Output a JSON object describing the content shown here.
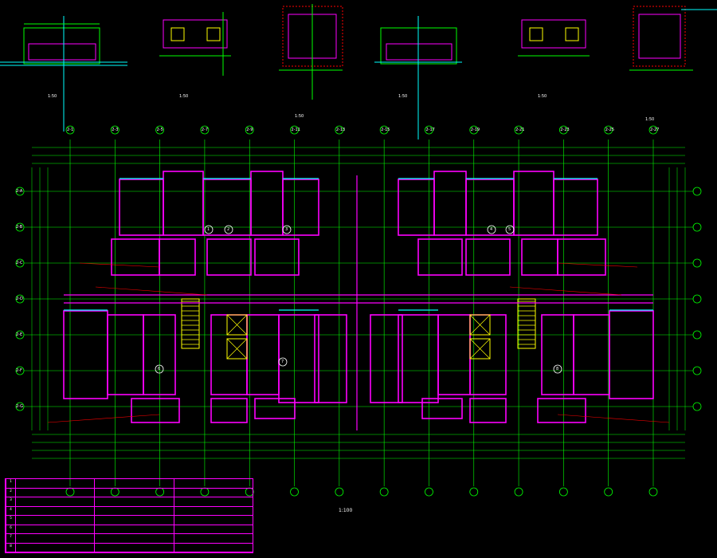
{
  "colors": {
    "background": "#000000",
    "axis": "#00ff00",
    "wall": "#ff00ff",
    "window": "#00ffff",
    "column": "#ffff00",
    "dimension": "#00ff00",
    "annotation": "#ffffff",
    "section_line": "#ff0000"
  },
  "grid_axes_top": [
    "2-1",
    "2-3",
    "2-5",
    "2-7",
    "2-9",
    "2-11",
    "2-13",
    "2-15",
    "2-17",
    "2-19",
    "2-21",
    "2-23",
    "2-25",
    "2-27"
  ],
  "grid_axes_left": [
    "2-A",
    "2-B",
    "2-C",
    "2-D",
    "2-E",
    "2-F",
    "2-G"
  ],
  "detail_plans": [
    {
      "id": "d1",
      "label": "",
      "scale": "1:50"
    },
    {
      "id": "d2",
      "label": "",
      "scale": "1:50"
    },
    {
      "id": "d3",
      "label": "",
      "scale": "1:50"
    },
    {
      "id": "d4",
      "label": "",
      "scale": "1:50"
    },
    {
      "id": "d5",
      "label": "",
      "scale": "1:50"
    },
    {
      "id": "d6",
      "label": "",
      "scale": "1:50"
    }
  ],
  "unit_numbers": [
    "1",
    "2",
    "3",
    "4",
    "5",
    "6",
    "7",
    "8"
  ],
  "main_title": {
    "text": "",
    "scale": "1:100"
  },
  "notes_table": {
    "index_col": [
      "1",
      "2",
      "3",
      "4",
      "5",
      "6",
      "7",
      "8"
    ],
    "rows": [
      [
        "",
        "",
        ""
      ],
      [
        "",
        "",
        ""
      ],
      [
        "",
        "",
        ""
      ],
      [
        "",
        "",
        ""
      ],
      [
        "",
        "",
        ""
      ],
      [
        "",
        "",
        ""
      ],
      [
        "",
        "",
        ""
      ],
      [
        "",
        "",
        ""
      ]
    ]
  }
}
